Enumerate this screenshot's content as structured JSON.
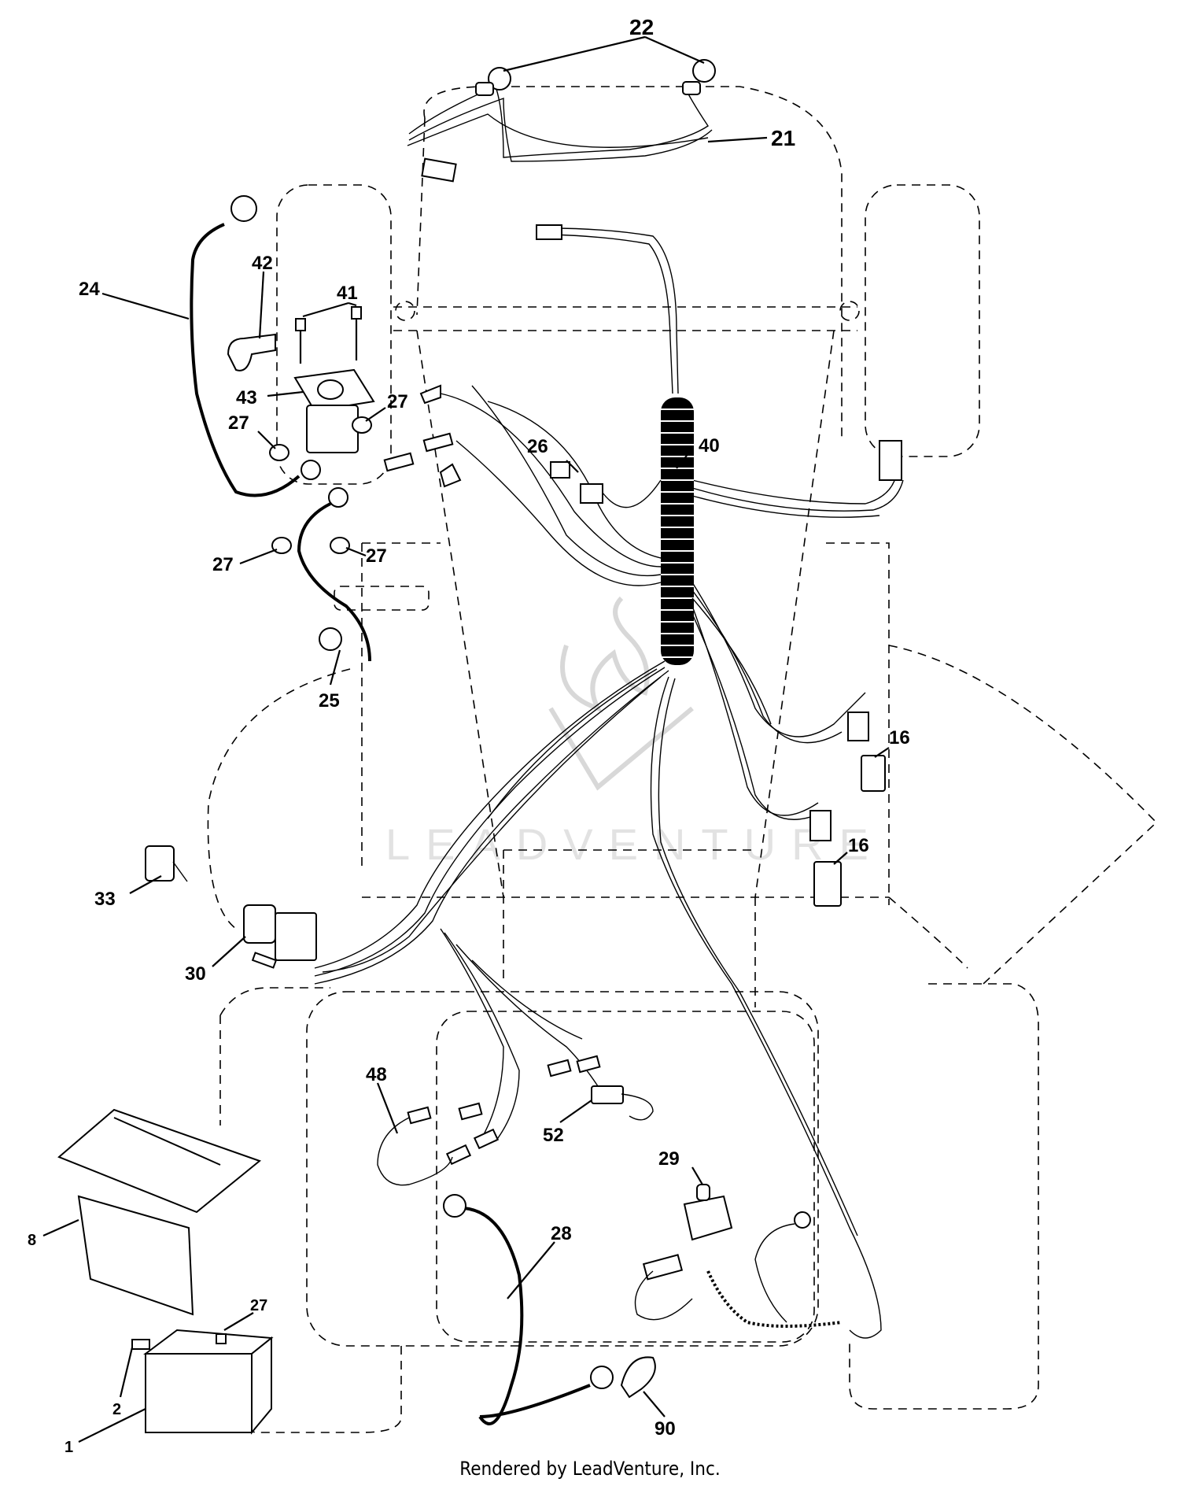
{
  "diagram": {
    "callouts": [
      {
        "id": "c22",
        "label": "22"
      },
      {
        "id": "c21",
        "label": "21"
      },
      {
        "id": "c42",
        "label": "42"
      },
      {
        "id": "c41",
        "label": "41"
      },
      {
        "id": "c24",
        "label": "24"
      },
      {
        "id": "c43",
        "label": "43"
      },
      {
        "id": "c27a",
        "label": "27"
      },
      {
        "id": "c27b",
        "label": "27"
      },
      {
        "id": "c27c",
        "label": "27"
      },
      {
        "id": "c27d",
        "label": "27"
      },
      {
        "id": "c26",
        "label": "26"
      },
      {
        "id": "c40",
        "label": "40"
      },
      {
        "id": "c25",
        "label": "25"
      },
      {
        "id": "c16a",
        "label": "16"
      },
      {
        "id": "c16b",
        "label": "16"
      },
      {
        "id": "c33",
        "label": "33"
      },
      {
        "id": "c30",
        "label": "30"
      },
      {
        "id": "c48",
        "label": "48"
      },
      {
        "id": "c52",
        "label": "52"
      },
      {
        "id": "c29",
        "label": "29"
      },
      {
        "id": "c8",
        "label": "8"
      },
      {
        "id": "c28",
        "label": "28"
      },
      {
        "id": "c27e",
        "label": "27"
      },
      {
        "id": "c2",
        "label": "2"
      },
      {
        "id": "c1",
        "label": "1"
      },
      {
        "id": "c90",
        "label": "90"
      }
    ],
    "watermark_text": "LEADVENTURE"
  },
  "footer": {
    "credit": "Rendered by LeadVenture, Inc."
  }
}
